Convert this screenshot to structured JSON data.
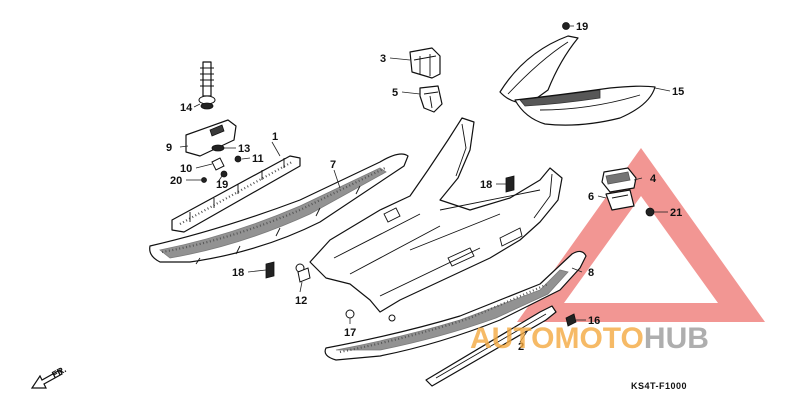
{
  "diagram": {
    "reference_code": "KS4T-F1000",
    "front_arrow_label": "FR.",
    "watermark": {
      "auto": "AUTO",
      "moto": "MOTO",
      "hub": "HUB",
      "color_orange": "#f4a940",
      "color_gray": "#9a9a9a",
      "color_red": "#e8403a"
    },
    "callouts": [
      {
        "id": "1",
        "label": "1"
      },
      {
        "id": "2",
        "label": "2"
      },
      {
        "id": "3",
        "label": "3"
      },
      {
        "id": "4",
        "label": "4"
      },
      {
        "id": "5",
        "label": "5"
      },
      {
        "id": "6",
        "label": "6"
      },
      {
        "id": "7",
        "label": "7"
      },
      {
        "id": "8",
        "label": "8"
      },
      {
        "id": "9",
        "label": "9"
      },
      {
        "id": "10",
        "label": "10"
      },
      {
        "id": "11",
        "label": "11"
      },
      {
        "id": "12",
        "label": "12"
      },
      {
        "id": "13",
        "label": "13"
      },
      {
        "id": "14",
        "label": "14"
      },
      {
        "id": "15",
        "label": "15"
      },
      {
        "id": "16",
        "label": "16"
      },
      {
        "id": "17",
        "label": "17"
      },
      {
        "id": "18a",
        "label": "18"
      },
      {
        "id": "18b",
        "label": "18"
      },
      {
        "id": "19a",
        "label": "19"
      },
      {
        "id": "19b",
        "label": "19"
      },
      {
        "id": "20",
        "label": "20"
      },
      {
        "id": "21",
        "label": "21"
      }
    ]
  }
}
